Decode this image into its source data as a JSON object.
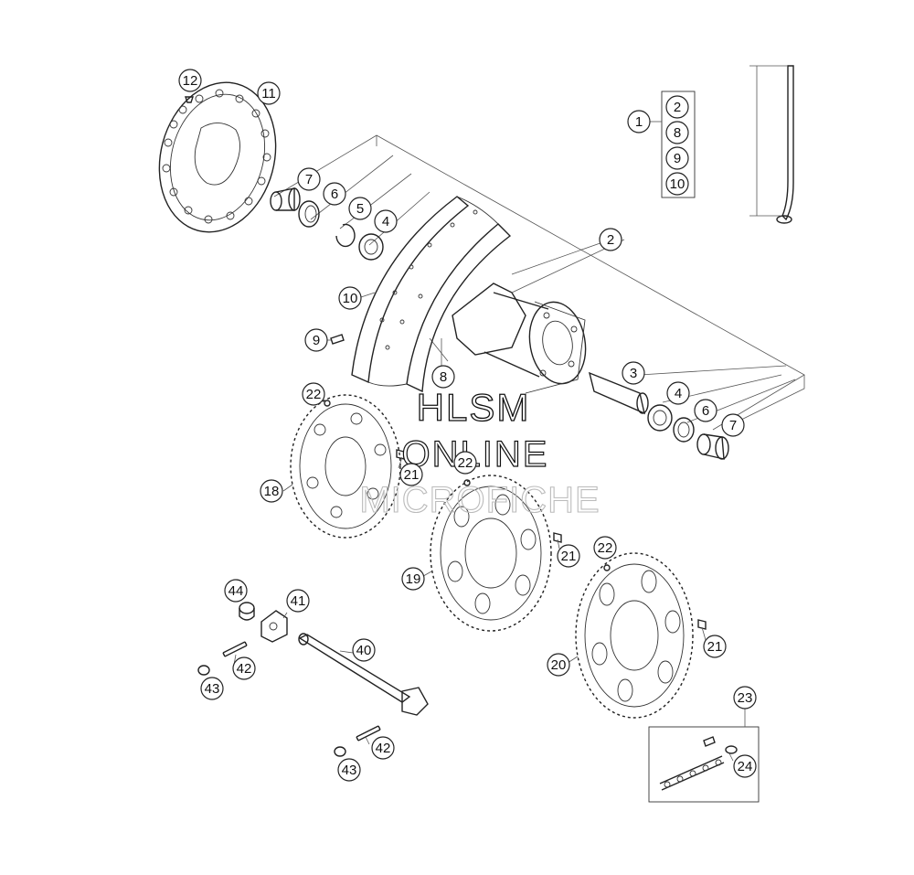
{
  "watermark": {
    "line1": "HLSM",
    "line2": "ONLINE",
    "line3": "MICROFICHE"
  },
  "callouts": {
    "c1": "1",
    "c2": "2",
    "c2b": "2",
    "c3": "3",
    "c4a": "4",
    "c4b": "4",
    "c5": "5",
    "c6a": "6",
    "c6b": "6",
    "c7a": "7",
    "c7b": "7",
    "c8": "8",
    "c8b": "8",
    "c9": "9",
    "c9b": "9",
    "c10": "10",
    "c10b": "10",
    "c11": "11",
    "c12": "12",
    "c18": "18",
    "c19": "19",
    "c20": "20",
    "c21a": "21",
    "c21b": "21",
    "c21c": "21",
    "c22a": "22",
    "c22b": "22",
    "c22c": "22",
    "c23": "23",
    "c24": "24",
    "c40": "40",
    "c41": "41",
    "c42a": "42",
    "c42b": "42",
    "c43a": "43",
    "c43b": "43",
    "c44": "44"
  },
  "icons": [
    "brake-disc-icon",
    "wheel-rim-icon",
    "hub-icon",
    "sprocket-icon",
    "axle-icon",
    "spoke-icon",
    "chain-icon"
  ]
}
